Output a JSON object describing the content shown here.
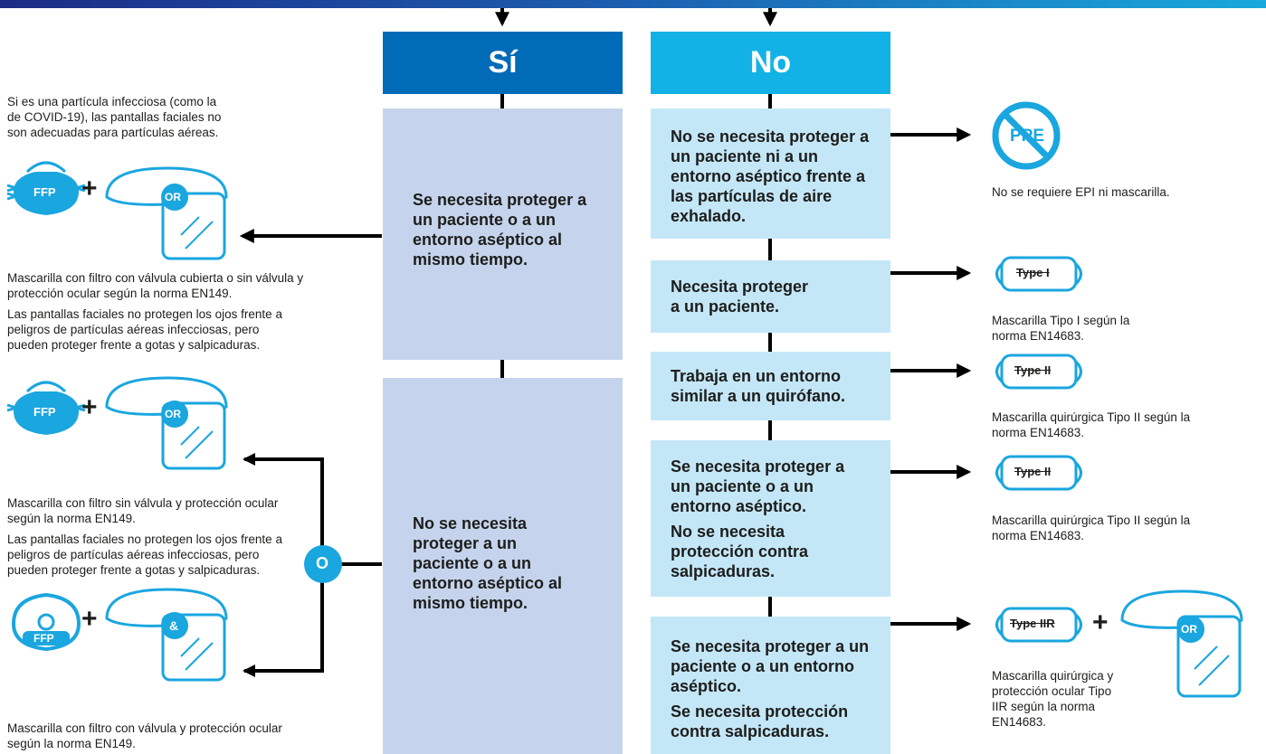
{
  "headers": {
    "yes": "Sí",
    "no": "No"
  },
  "colors": {
    "yes_header": "#006bb6",
    "no_header": "#12b2e6",
    "yes_box": "#c5d4ec",
    "no_box": "#c4e7f8",
    "icon_blue": "#1aa6df",
    "line": "#000000"
  },
  "yes_boxes": [
    "Se necesita proteger a un paciente o a un entorno aséptico al mismo tiempo.",
    "No se necesita proteger a un paciente o a un entorno aséptico al mismo tiempo."
  ],
  "no_boxes": [
    {
      "lines": [
        "No se necesita proteger a un paciente ni a un entorno aséptico frente a las partículas de aire exhalado."
      ]
    },
    {
      "lines": [
        "Necesita proteger a un paciente."
      ]
    },
    {
      "lines": [
        "Trabaja en un entorno similar a un quirófano."
      ]
    },
    {
      "lines": [
        "Se necesita proteger a un paciente o a un entorno aséptico.",
        "No se necesita protección contra salpicaduras."
      ]
    },
    {
      "lines": [
        "Se necesita proteger a un paciente o a un entorno aséptico.",
        "Se necesita protección contra salpicaduras."
      ]
    }
  ],
  "left_notes": {
    "top_intro": "Si es una partícula infecciosa (como la de COVID-19), las pantallas faciales no son adecuadas para partículas aéreas.",
    "option1_caption": "Mascarilla con filtro con válvula cubierta o sin válvula y protección ocular según la norma EN149.",
    "option1_note": "Las pantallas faciales no protegen los ojos frente a peligros de partículas aéreas infecciosas, pero pueden proteger frente a gotas y salpicaduras.",
    "option2_caption": "Mascarilla con filtro sin válvula y protección ocular según la norma EN149.",
    "option2_note": "Las pantallas faciales no protegen los ojos frente a peligros de partículas aéreas infecciosas, pero pueden proteger frente a gotas y salpicaduras.",
    "option3_caption": "Mascarilla con filtro con válvula y protección ocular según la norma EN149."
  },
  "right_notes": {
    "no_ppe": "No se requiere EPI ni mascarilla.",
    "type1": "Mascarilla Tipo I según la norma EN14683.",
    "type2a": "Mascarilla quirúrgica Tipo II según la norma EN14683.",
    "type2b": "Mascarilla quirúrgica Tipo II según la norma EN14683.",
    "type2r": "Mascarilla quirúrgica y protección ocular Tipo IIR según la norma EN14683."
  },
  "icons": {
    "ffp": "FFP",
    "or": "OR",
    "and": "&",
    "o": "O",
    "ppe": "PPE",
    "plus": "+",
    "type1": "Type I",
    "type2": "Type II",
    "type2r": "Type IIR"
  }
}
